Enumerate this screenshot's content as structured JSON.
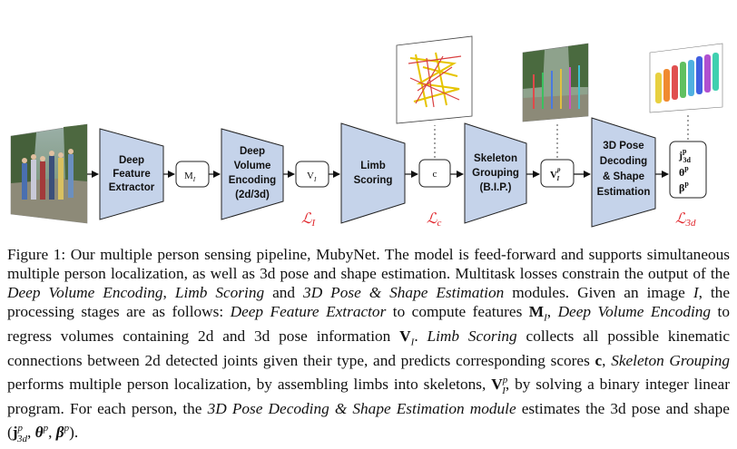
{
  "figure": {
    "blocks": {
      "extractor": [
        "Deep",
        "Feature",
        "Extractor"
      ],
      "volume": [
        "Deep",
        "Volume",
        "Encoding",
        "(2d/3d)"
      ],
      "limb": [
        "Limb",
        "Scoring"
      ],
      "skeleton": [
        "Skeleton",
        "Grouping",
        "(B.I.P.)"
      ],
      "decoding": [
        "3D Pose",
        "Decoding",
        "& Shape",
        "Estimation"
      ]
    },
    "nodes": {
      "features": "M",
      "features_sub": "I",
      "volumes": "V",
      "volumes_sub": "I",
      "scores": "c",
      "skeletons": "V",
      "skeletons_sub": "I",
      "skeletons_sup": "p"
    },
    "outputs": [
      "j",
      "θ",
      "β"
    ],
    "output_sub": "3d",
    "output_sup": "p",
    "losses": {
      "symbol": "ℒ",
      "l1_sub": "I",
      "l2_sub": "c",
      "l3_sub": "3d"
    },
    "colors": {
      "block_fill": "#c5d3ea",
      "loss": "#e0242a"
    }
  },
  "caption": {
    "lead": "Figure 1: Our multiple person sensing pipeline, MubyNet. The model is feed-forward and supports simultaneous multiple person localization, as well as 3d pose and shape estimation. Multitask losses constrain the output of the ",
    "t_dve": "Deep Volume Encoding",
    "c1": ", ",
    "t_ls": "Limb Scoring",
    "c2": " and ",
    "t_pse": "3D Pose & Shape Estimation",
    "c3": " modules. Given an image ",
    "v_I": "I",
    "c4": ", the processing stages are as follows: ",
    "t_dfe": "Deep Feature Extractor",
    "c5": " to compute features ",
    "m_M": "M",
    "m_M_sub": "I",
    "c6": ", ",
    "t_dve2": "Deep Volume Encoding",
    "c7": " to regress volumes containing 2d and 3d pose information ",
    "m_V": "V",
    "m_V_sub": "I",
    "c8": ". ",
    "t_ls2": "Limb Scoring",
    "c9": " collects all possible kinematic connections between 2d detected joints given their type, and predicts corresponding scores ",
    "m_c": "c",
    "c10": ", ",
    "t_sg": "Skeleton Grouping",
    "c11": " performs multiple person localization, by assembling limbs into skeletons, ",
    "m_Vp": "V",
    "m_Vp_sup": "p",
    "m_Vp_sub": "I",
    "c12": ", by solving a binary integer linear program. For each person, the ",
    "t_mod": "3D Pose Decoding & Shape Estimation module",
    "c13": " estimates the 3d pose and shape (",
    "m_j": "j",
    "m_j_sup": "p",
    "m_j_sub": "3d",
    "c14": ", ",
    "m_theta": "θ",
    "m_theta_sup": "p",
    "c15": ", ",
    "m_beta": "β",
    "m_beta_sup": "p",
    "c16": ")."
  }
}
